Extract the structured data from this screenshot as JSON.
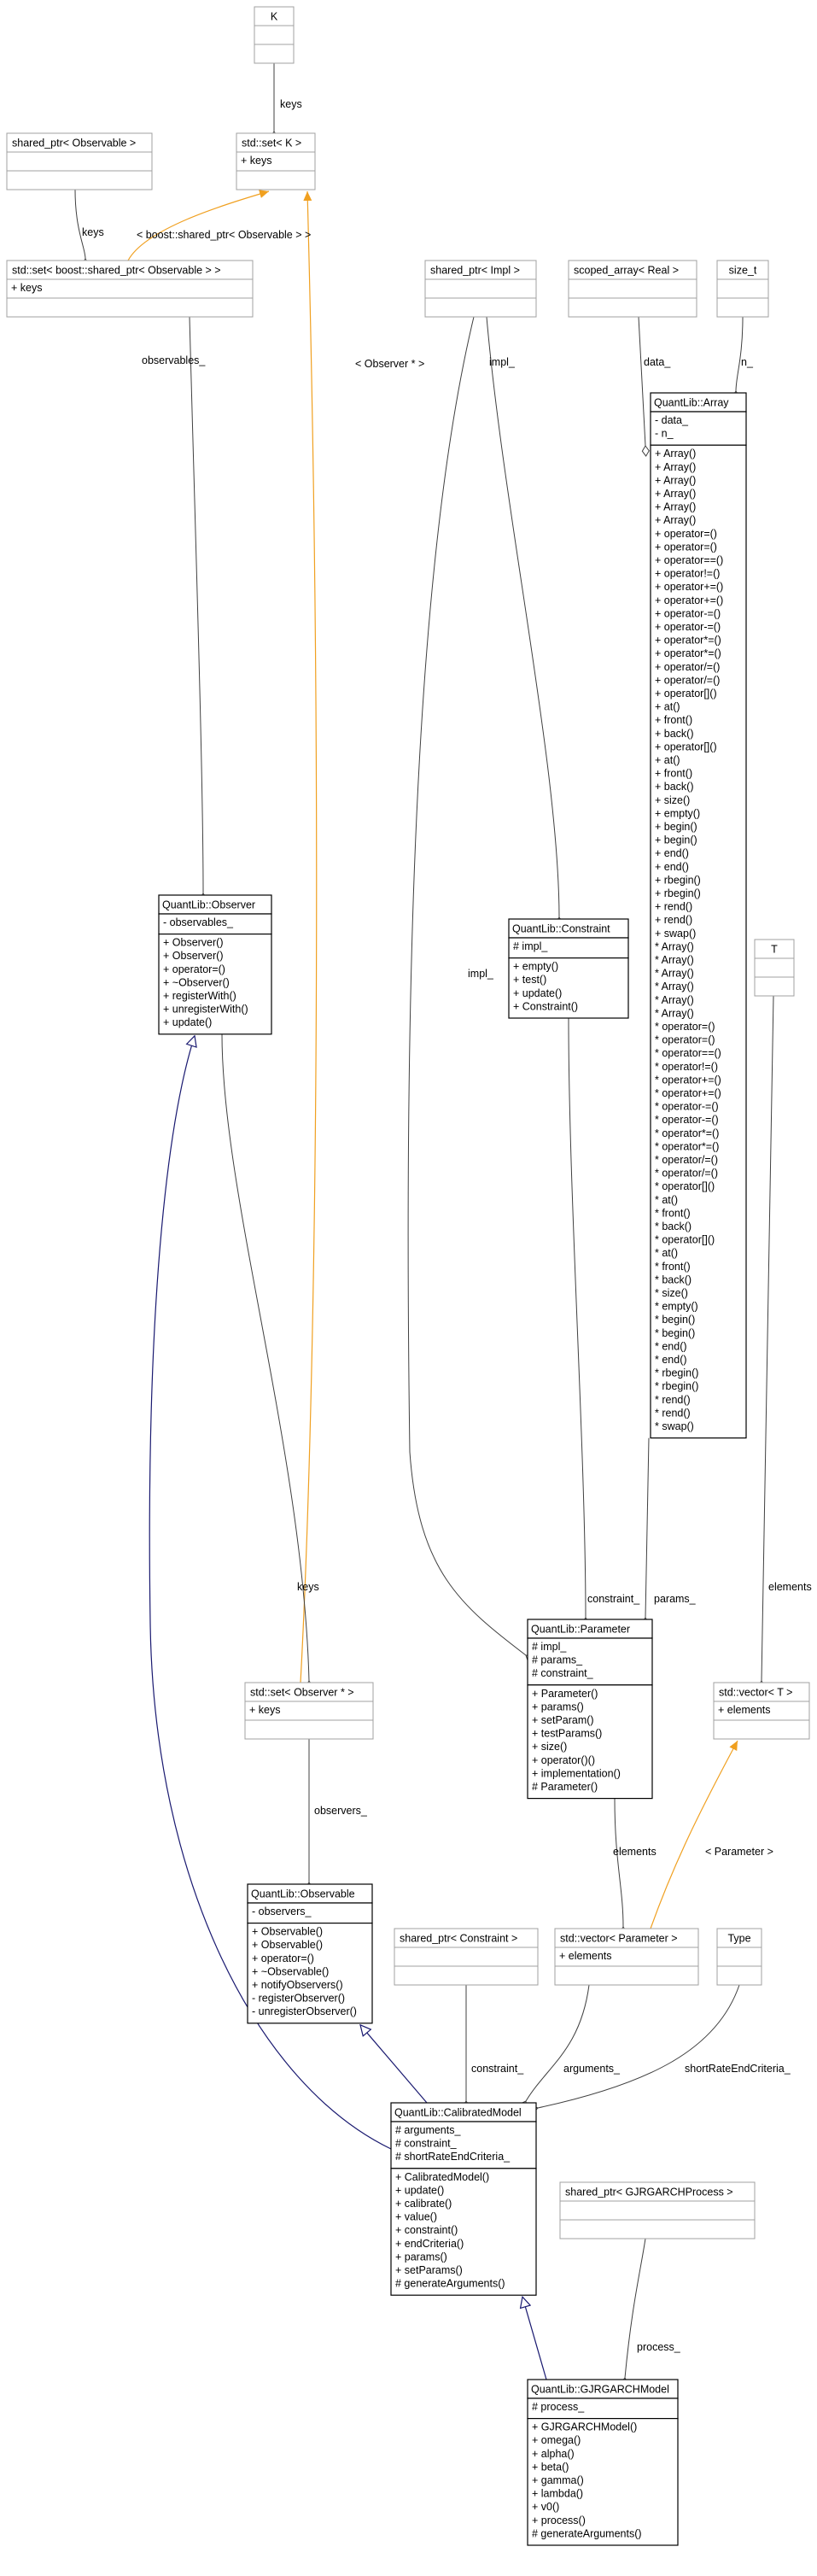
{
  "classes": {
    "K": {
      "title": "K",
      "attributes": [],
      "methods": []
    },
    "set_K": {
      "title": "std::set< K >",
      "attributes": [
        "+ keys"
      ],
      "methods": []
    },
    "shared_ptr_observable": {
      "title": "shared_ptr< Observable >",
      "attributes": [],
      "methods": []
    },
    "set_shared_ptr_observable": {
      "title": "std::set< boost::shared_ptr< Observable > >",
      "attributes": [
        "+ keys"
      ],
      "methods": []
    },
    "shared_ptr_impl": {
      "title": "shared_ptr< Impl >",
      "attributes": [],
      "methods": []
    },
    "scoped_array_real": {
      "title": "scoped_array< Real >",
      "attributes": [],
      "methods": []
    },
    "size_t": {
      "title": "size_t",
      "attributes": [],
      "methods": []
    },
    "array": {
      "title": "QuantLib::Array",
      "attributes": [
        "- data_",
        "- n_"
      ],
      "methods": [
        "+ Array()",
        "+ Array()",
        "+ Array()",
        "+ Array()",
        "+ Array()",
        "+ Array()",
        "+ operator=()",
        "+ operator=()",
        "+ operator==()",
        "+ operator!=()",
        "+ operator+=()",
        "+ operator+=()",
        "+ operator-=()",
        "+ operator-=()",
        "+ operator*=()",
        "+ operator*=()",
        "+ operator/=()",
        "+ operator/=()",
        "+ operator[]()",
        "+ at()",
        "+ front()",
        "+ back()",
        "+ operator[]()",
        "+ at()",
        "+ front()",
        "+ back()",
        "+ size()",
        "+ empty()",
        "+ begin()",
        "+ begin()",
        "+ end()",
        "+ end()",
        "+ rbegin()",
        "+ rbegin()",
        "+ rend()",
        "+ rend()",
        "+ swap()",
        "* Array()",
        "* Array()",
        "* Array()",
        "* Array()",
        "* Array()",
        "* Array()",
        "* operator=()",
        "* operator=()",
        "* operator==()",
        "* operator!=()",
        "* operator+=()",
        "* operator+=()",
        "* operator-=()",
        "* operator-=()",
        "* operator*=()",
        "* operator*=()",
        "* operator/=()",
        "* operator/=()",
        "* operator[]()",
        "* at()",
        "* front()",
        "* back()",
        "* operator[]()",
        "* at()",
        "* front()",
        "* back()",
        "* size()",
        "* empty()",
        "* begin()",
        "* begin()",
        "* end()",
        "* end()",
        "* rbegin()",
        "* rbegin()",
        "* rend()",
        "* rend()",
        "* swap()"
      ]
    },
    "T": {
      "title": "T",
      "attributes": [],
      "methods": []
    },
    "observer": {
      "title": "QuantLib::Observer",
      "attributes": [
        "- observables_"
      ],
      "methods": [
        "+ Observer()",
        "+ Observer()",
        "+ operator=()",
        "+ ~Observer()",
        "+ registerWith()",
        "+ unregisterWith()",
        "+ update()"
      ]
    },
    "constraint": {
      "title": "QuantLib::Constraint",
      "attributes": [
        "# impl_"
      ],
      "methods": [
        "+ empty()",
        "+ test()",
        "+ update()",
        "+ Constraint()"
      ]
    },
    "parameter": {
      "title": "QuantLib::Parameter",
      "attributes": [
        "# impl_",
        "# params_",
        "# constraint_"
      ],
      "methods": [
        "+ Parameter()",
        "+ params()",
        "+ setParam()",
        "+ testParams()",
        "+ size()",
        "+ operator()()",
        "+ implementation()",
        "# Parameter()"
      ]
    },
    "set_observer_ptr": {
      "title": "std::set< Observer * >",
      "attributes": [
        "+ keys"
      ],
      "methods": []
    },
    "vector_T": {
      "title": "std::vector< T >",
      "attributes": [
        "+ elements"
      ],
      "methods": []
    },
    "observable": {
      "title": "QuantLib::Observable",
      "attributes": [
        "- observers_"
      ],
      "methods": [
        "+ Observable()",
        "+ Observable()",
        "+ operator=()",
        "+ ~Observable()",
        "+ notifyObservers()",
        "- registerObserver()",
        "- unregisterObserver()"
      ]
    },
    "shared_ptr_constraint": {
      "title": "shared_ptr< Constraint >",
      "attributes": [],
      "methods": []
    },
    "vector_parameter": {
      "title": "std::vector< Parameter >",
      "attributes": [
        "+ elements"
      ],
      "methods": []
    },
    "Type": {
      "title": "Type",
      "attributes": [],
      "methods": []
    },
    "calibrated_model": {
      "title": "QuantLib::CalibratedModel",
      "attributes": [
        "# arguments_",
        "# constraint_",
        "# shortRateEndCriteria_"
      ],
      "methods": [
        "+ CalibratedModel()",
        "+ update()",
        "+ calibrate()",
        "+ value()",
        "+ constraint()",
        "+ endCriteria()",
        "+ params()",
        "+ setParams()",
        "# generateArguments()"
      ]
    },
    "shared_ptr_gjrgarch_process": {
      "title": "shared_ptr< GJRGARCHProcess >",
      "attributes": [],
      "methods": []
    },
    "gjrgarch_model": {
      "title": "QuantLib::GJRGARCHModel",
      "attributes": [
        "# process_"
      ],
      "methods": [
        "+ GJRGARCHModel()",
        "+ omega()",
        "+ alpha()",
        "+ beta()",
        "+ gamma()",
        "+ lambda()",
        "+ v0()",
        "+ process()",
        "# generateArguments()"
      ]
    }
  },
  "edge_labels": {
    "keys_K": "keys",
    "keys_observable": "keys",
    "boost_shared_ptr_observable": "< boost::shared_ptr< Observable > >",
    "observer_ptr": "< Observer * >",
    "observables": "observables_",
    "impl_constraint": "impl_",
    "impl_parameter": "impl_",
    "data": "data_",
    "n": "n_",
    "keys_observer": "keys",
    "constraint_param": "constraint_",
    "params": "params_",
    "elements_T": "elements",
    "elements_param": "elements",
    "parameter_tpl": "< Parameter >",
    "observers": "observers_",
    "constraint_model": "constraint_",
    "arguments": "arguments_",
    "short_rate_end_criteria": "shortRateEndCriteria_",
    "process": "process_"
  },
  "colors": {
    "highlight_fill": "#bfbfbf",
    "template_edge": "#f0a020",
    "inherit_edge": "#191970",
    "grey_border": "#a0a0a0"
  }
}
